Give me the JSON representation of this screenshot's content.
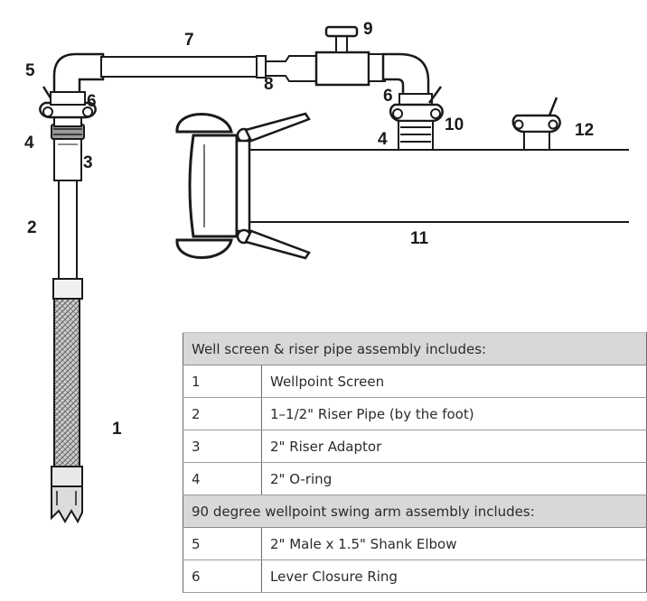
{
  "callouts": [
    "1",
    "2",
    "3",
    "4",
    "4",
    "5",
    "6",
    "6",
    "7",
    "8",
    "9",
    "10",
    "11",
    "12"
  ],
  "table": {
    "sections": [
      {
        "heading": "Well screen & riser pipe assembly includes:",
        "rows": [
          {
            "num": "1",
            "desc": "Wellpoint Screen"
          },
          {
            "num": "2",
            "desc": "1–1/2\" Riser Pipe (by the foot)"
          },
          {
            "num": "3",
            "desc": "2\" Riser Adaptor"
          },
          {
            "num": "4",
            "desc": "2\" O-ring"
          }
        ]
      },
      {
        "heading": "90 degree wellpoint swing arm assembly includes:",
        "rows": [
          {
            "num": "5",
            "desc": "2\" Male x 1.5\" Shank Elbow"
          },
          {
            "num": "6",
            "desc": "Lever Closure Ring"
          }
        ]
      }
    ]
  }
}
